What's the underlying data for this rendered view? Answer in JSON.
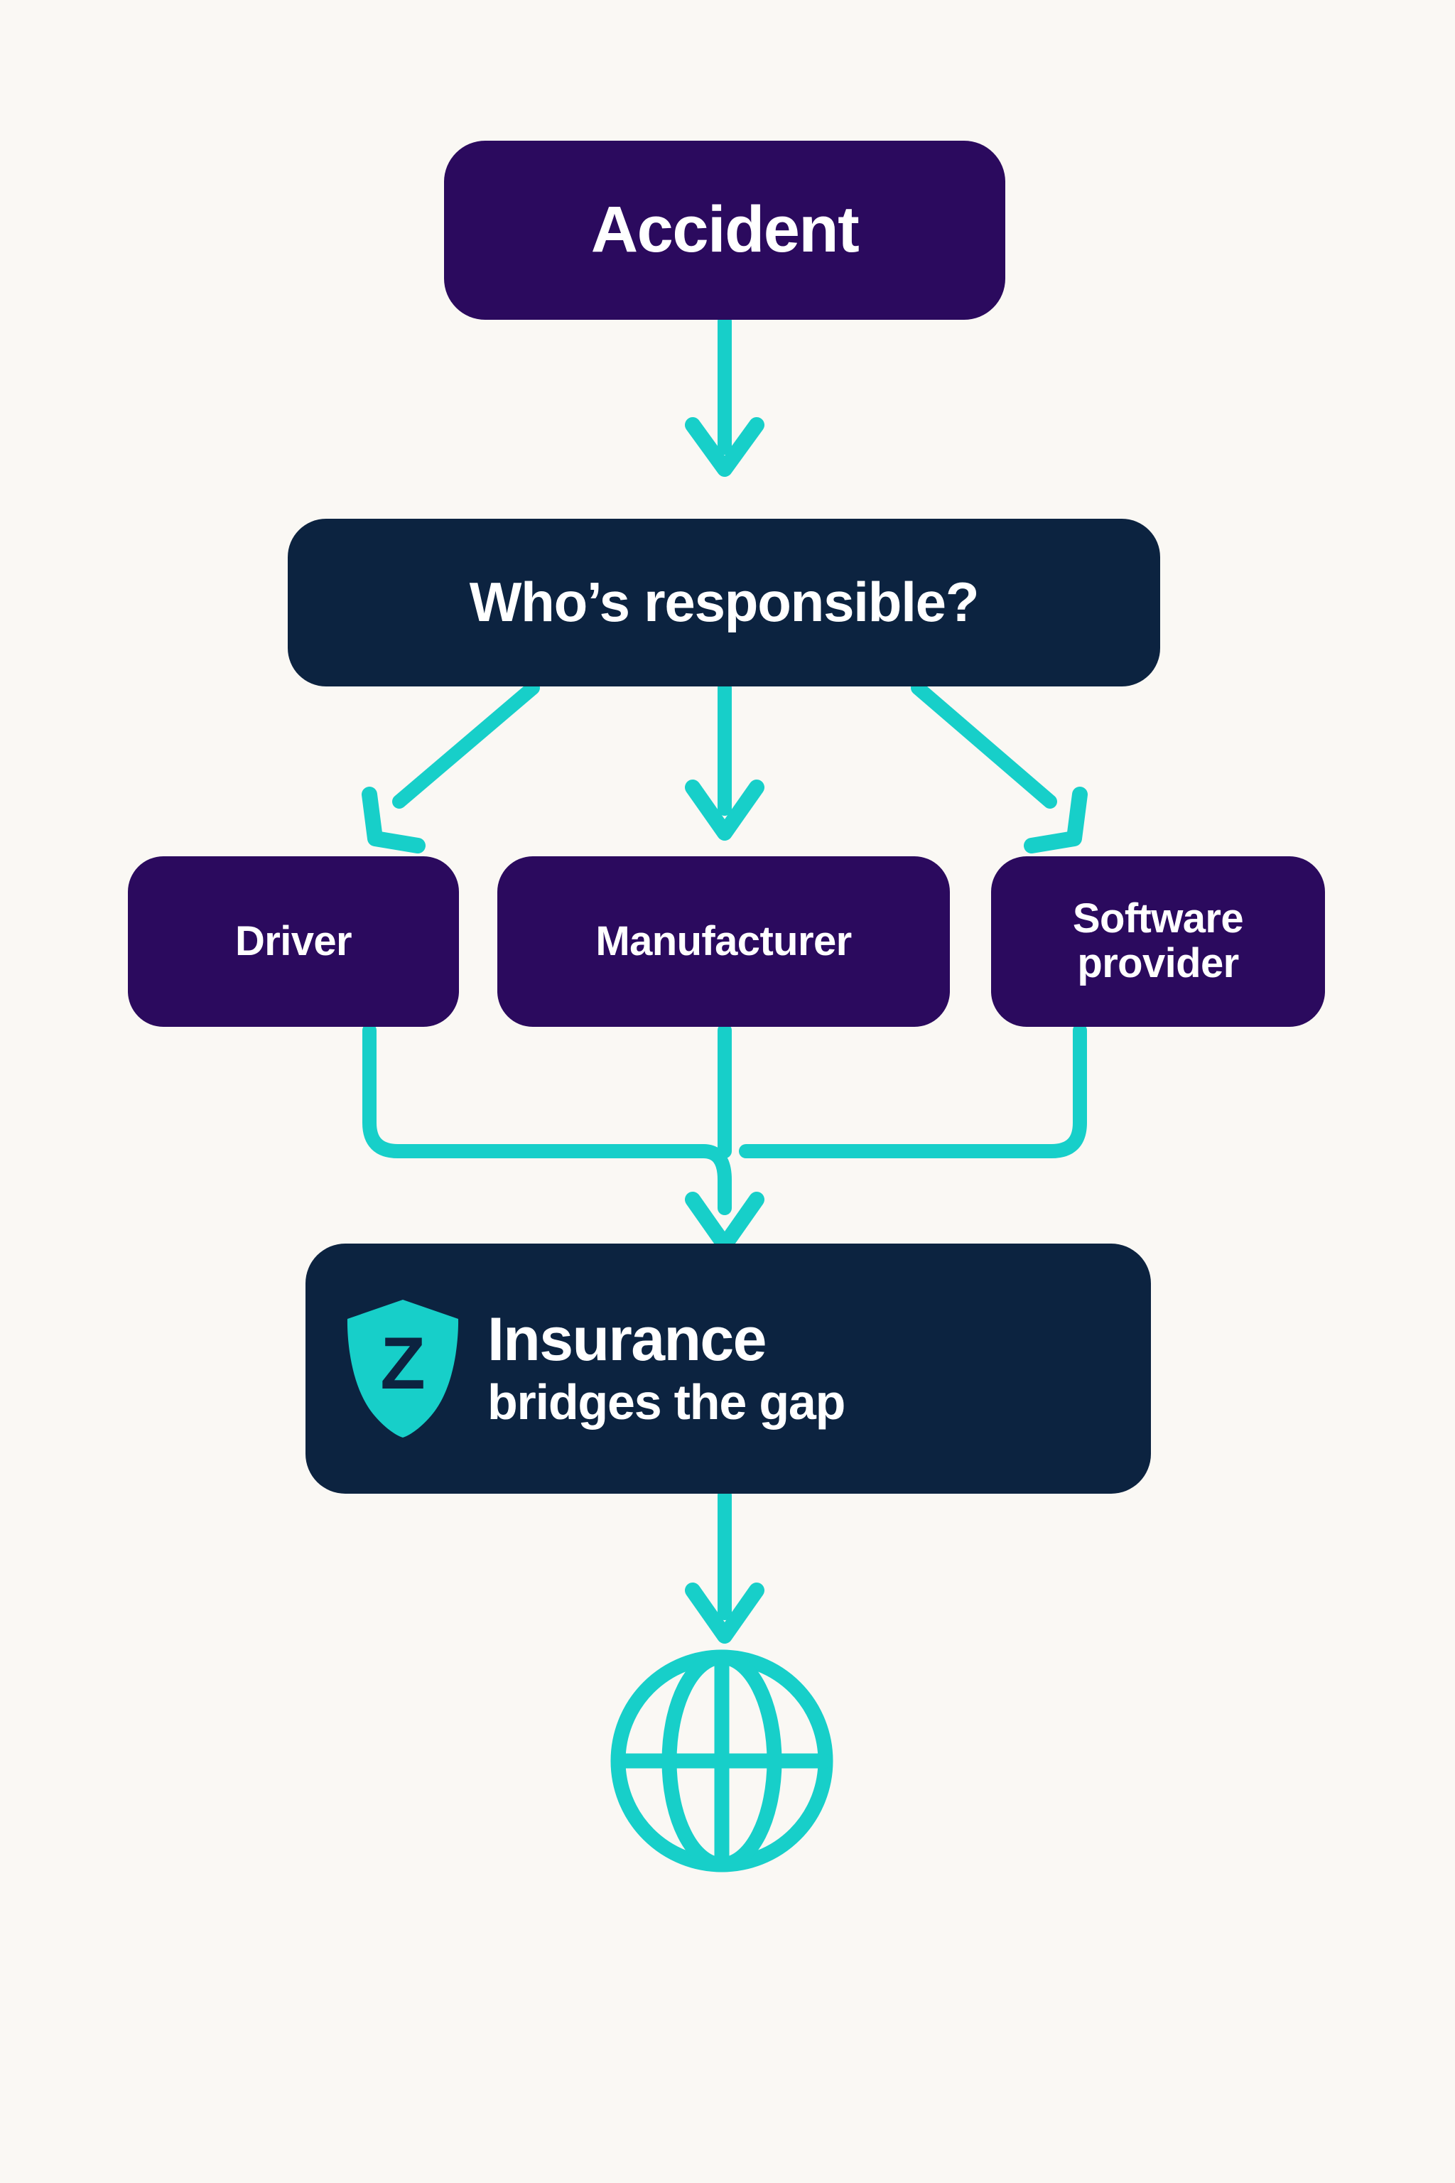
{
  "diagram": {
    "type": "flowchart",
    "title": "Accident liability flow — Insurance bridges the gap",
    "background_color": "#faf8f4",
    "colors": {
      "purple": "#2b0a5e",
      "navy": "#0c2340",
      "teal": "#17cfc9",
      "text": "#ffffff",
      "background": "#faf8f4"
    },
    "nodes": {
      "accident": {
        "label": "Accident",
        "color": "#2b0a5e"
      },
      "question": {
        "label": "Who’s responsible?",
        "color": "#0c2340"
      },
      "driver": {
        "label": "Driver",
        "color": "#2b0a5e"
      },
      "manufacturer": {
        "label": "Manufacturer",
        "color": "#2b0a5e"
      },
      "software": {
        "label": "Software\nprovider",
        "color": "#2b0a5e"
      },
      "insurance": {
        "title": "Insurance",
        "subtitle": "bridges the gap",
        "color": "#0c2340",
        "shield_letter": "Z",
        "shield_color": "#17cfc9",
        "shield_letter_color": "#0c2340"
      }
    },
    "icons": {
      "globe": {
        "name": "globe-icon",
        "color": "#17cfc9"
      },
      "shield": {
        "name": "shield-z-icon",
        "color": "#17cfc9"
      }
    },
    "edges": [
      {
        "from": "accident",
        "to": "question",
        "style": "straight-arrow",
        "color": "#17cfc9"
      },
      {
        "from": "question",
        "to": "driver",
        "style": "diagonal-arrow",
        "color": "#17cfc9"
      },
      {
        "from": "question",
        "to": "manufacturer",
        "style": "straight-arrow",
        "color": "#17cfc9"
      },
      {
        "from": "question",
        "to": "software",
        "style": "diagonal-arrow",
        "color": "#17cfc9"
      },
      {
        "from": "driver",
        "to": "insurance",
        "style": "elbow-merge-arrow",
        "color": "#17cfc9"
      },
      {
        "from": "manufacturer",
        "to": "insurance",
        "style": "straight-merge-arrow",
        "color": "#17cfc9"
      },
      {
        "from": "software",
        "to": "insurance",
        "style": "elbow-merge-arrow",
        "color": "#17cfc9"
      },
      {
        "from": "insurance",
        "to": "globe",
        "style": "straight-arrow",
        "color": "#17cfc9"
      }
    ]
  }
}
